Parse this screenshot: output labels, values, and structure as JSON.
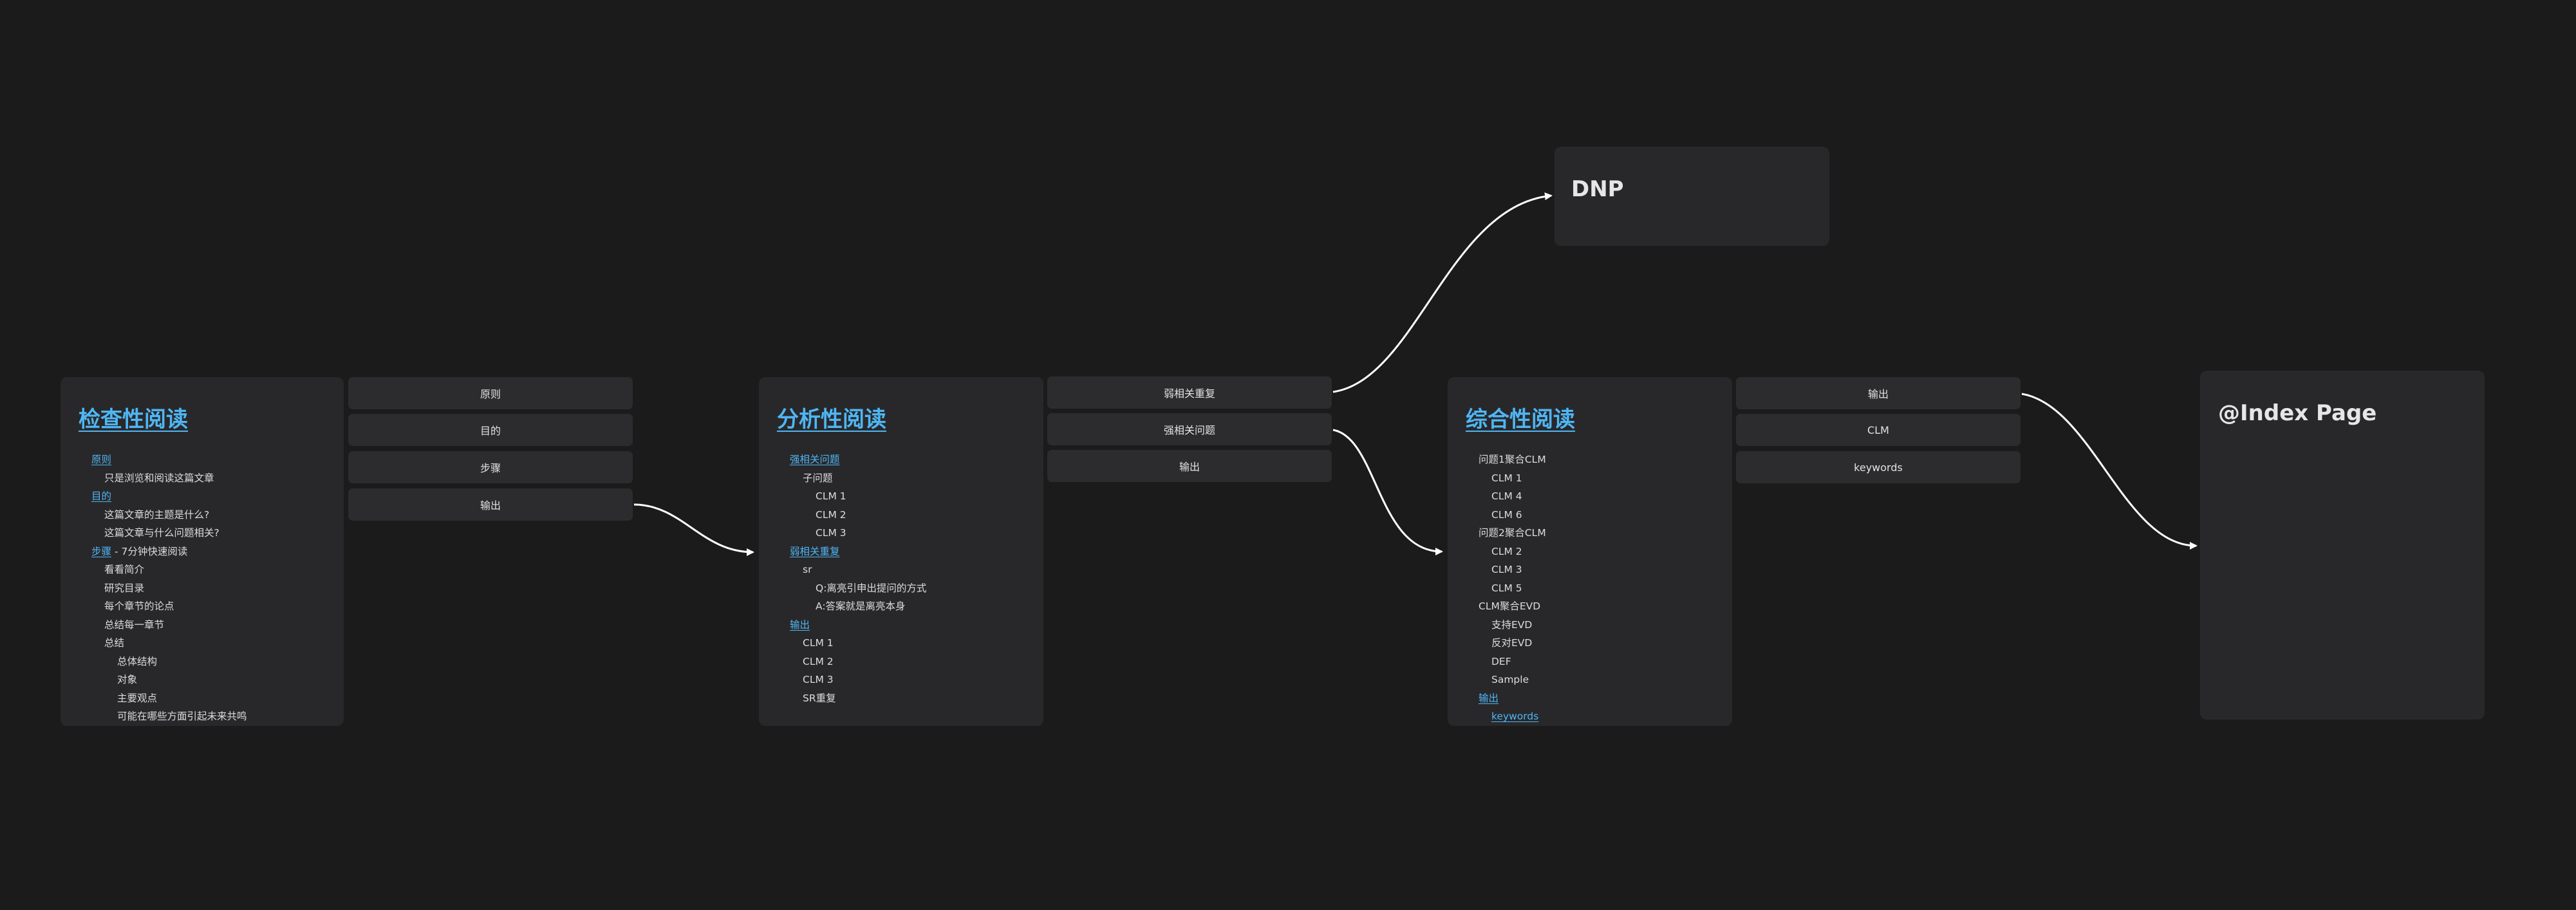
{
  "colors": {
    "background": "#1b1b1c",
    "card": "#28282b",
    "pill": "#2c2c2f",
    "link": "#4fb6f3",
    "edge": "#ffffff"
  },
  "card1": {
    "title": "检查性阅读",
    "items": [
      {
        "text": "原则",
        "link": true
      },
      {
        "text": "只是浏览和阅读这篇文章"
      },
      {
        "text": "目的",
        "link": true
      },
      {
        "text": "这篇文章的主题是什么?"
      },
      {
        "text": "这篇文章与什么问题相关?"
      },
      {
        "text": "步骤",
        "link": true,
        "suffix": " - 7分钟快速阅读"
      },
      {
        "text": "看看简介"
      },
      {
        "text": "研究目录"
      },
      {
        "text": "每个章节的论点"
      },
      {
        "text": "总结每一章节"
      },
      {
        "text": "总结"
      },
      {
        "text": "总体结构"
      },
      {
        "text": "对象"
      },
      {
        "text": "主要观点"
      },
      {
        "text": "可能在哪些方面引起未来共鸣"
      }
    ],
    "pills": [
      "原则",
      "目的",
      "步骤",
      "输出"
    ]
  },
  "card2": {
    "title": "分析性阅读",
    "items": [
      {
        "text": "强相关问题",
        "link": true
      },
      {
        "text": "子问题"
      },
      {
        "text": "CLM 1"
      },
      {
        "text": "CLM 2"
      },
      {
        "text": "CLM 3"
      },
      {
        "text": "弱相关重复",
        "link": true
      },
      {
        "text": "sr"
      },
      {
        "text": "Q:离亮引申出提问的方式"
      },
      {
        "text": "A:答案就是离亮本身"
      },
      {
        "text": "输出",
        "link": true
      },
      {
        "text": "CLM 1"
      },
      {
        "text": "CLM 2"
      },
      {
        "text": "CLM 3"
      },
      {
        "text": "SR重复"
      }
    ],
    "pills": [
      "弱相关重复",
      "强相关问题",
      "输出"
    ]
  },
  "card3": {
    "title": "综合性阅读",
    "items": [
      {
        "text": "问题1聚合CLM"
      },
      {
        "text": "CLM 1"
      },
      {
        "text": "CLM 4"
      },
      {
        "text": "CLM 6"
      },
      {
        "text": "问题2聚合CLM"
      },
      {
        "text": "CLM 2"
      },
      {
        "text": "CLM 3"
      },
      {
        "text": "CLM 5"
      },
      {
        "text": "CLM聚合EVD"
      },
      {
        "text": "支持EVD"
      },
      {
        "text": "反对EVD"
      },
      {
        "text": "DEF"
      },
      {
        "text": "Sample"
      },
      {
        "text": "输出",
        "link": true
      },
      {
        "text": "keywords",
        "link": true
      }
    ],
    "pills": [
      "输出",
      "CLM",
      "keywords"
    ]
  },
  "dnp": {
    "title": "DNP"
  },
  "index_page": {
    "title": "@Index Page"
  }
}
